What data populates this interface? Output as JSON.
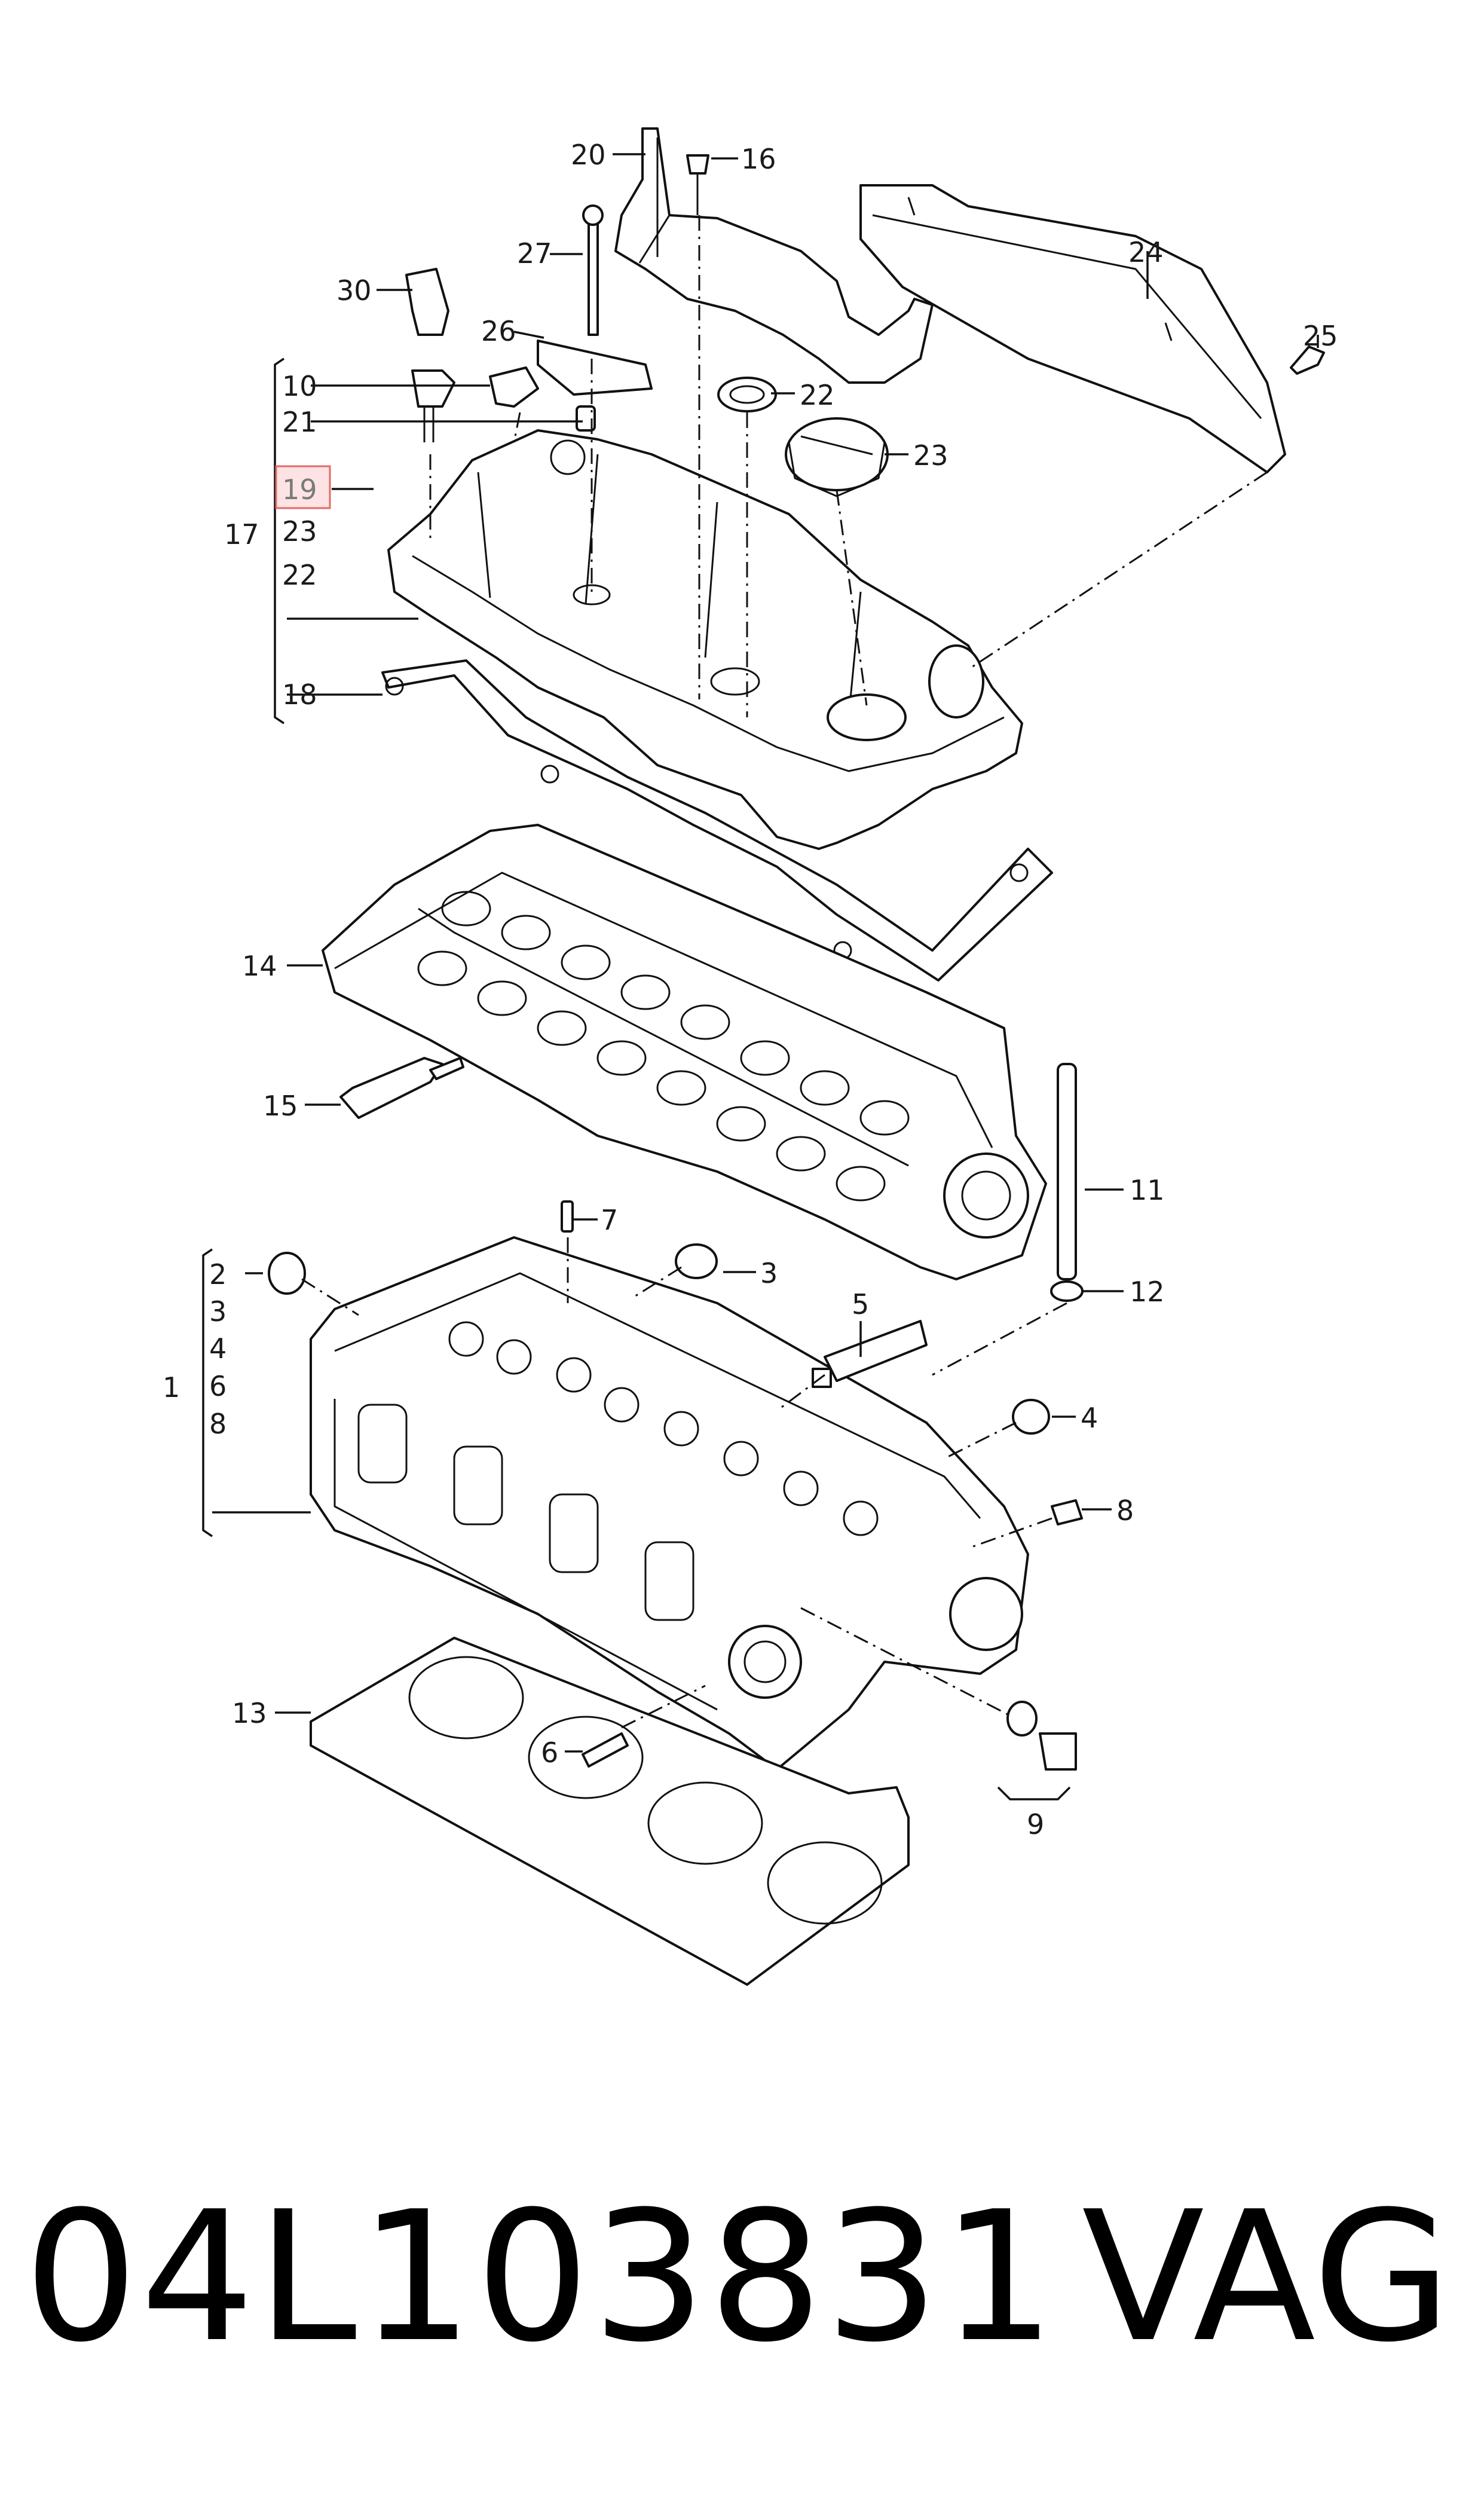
{
  "callouts": {
    "c1": "1",
    "c2": "2",
    "c3": "3",
    "c4": "4",
    "c5": "5",
    "c6": "6",
    "c7": "7",
    "c8": "8",
    "c9": "9",
    "c10": "10",
    "c11": "11",
    "c12": "12",
    "c13": "13",
    "c14": "14",
    "c15": "15",
    "c16": "16",
    "c17": "17",
    "c18": "18",
    "c19": "19",
    "c20": "20",
    "c21": "21",
    "c22": "22",
    "c23": "23",
    "c24": "24",
    "c25": "25",
    "c26": "26",
    "c27": "27",
    "c30": "30"
  },
  "highlighted_callout": "19",
  "footer": {
    "part_number": "04L103831",
    "brand": "VAG"
  }
}
